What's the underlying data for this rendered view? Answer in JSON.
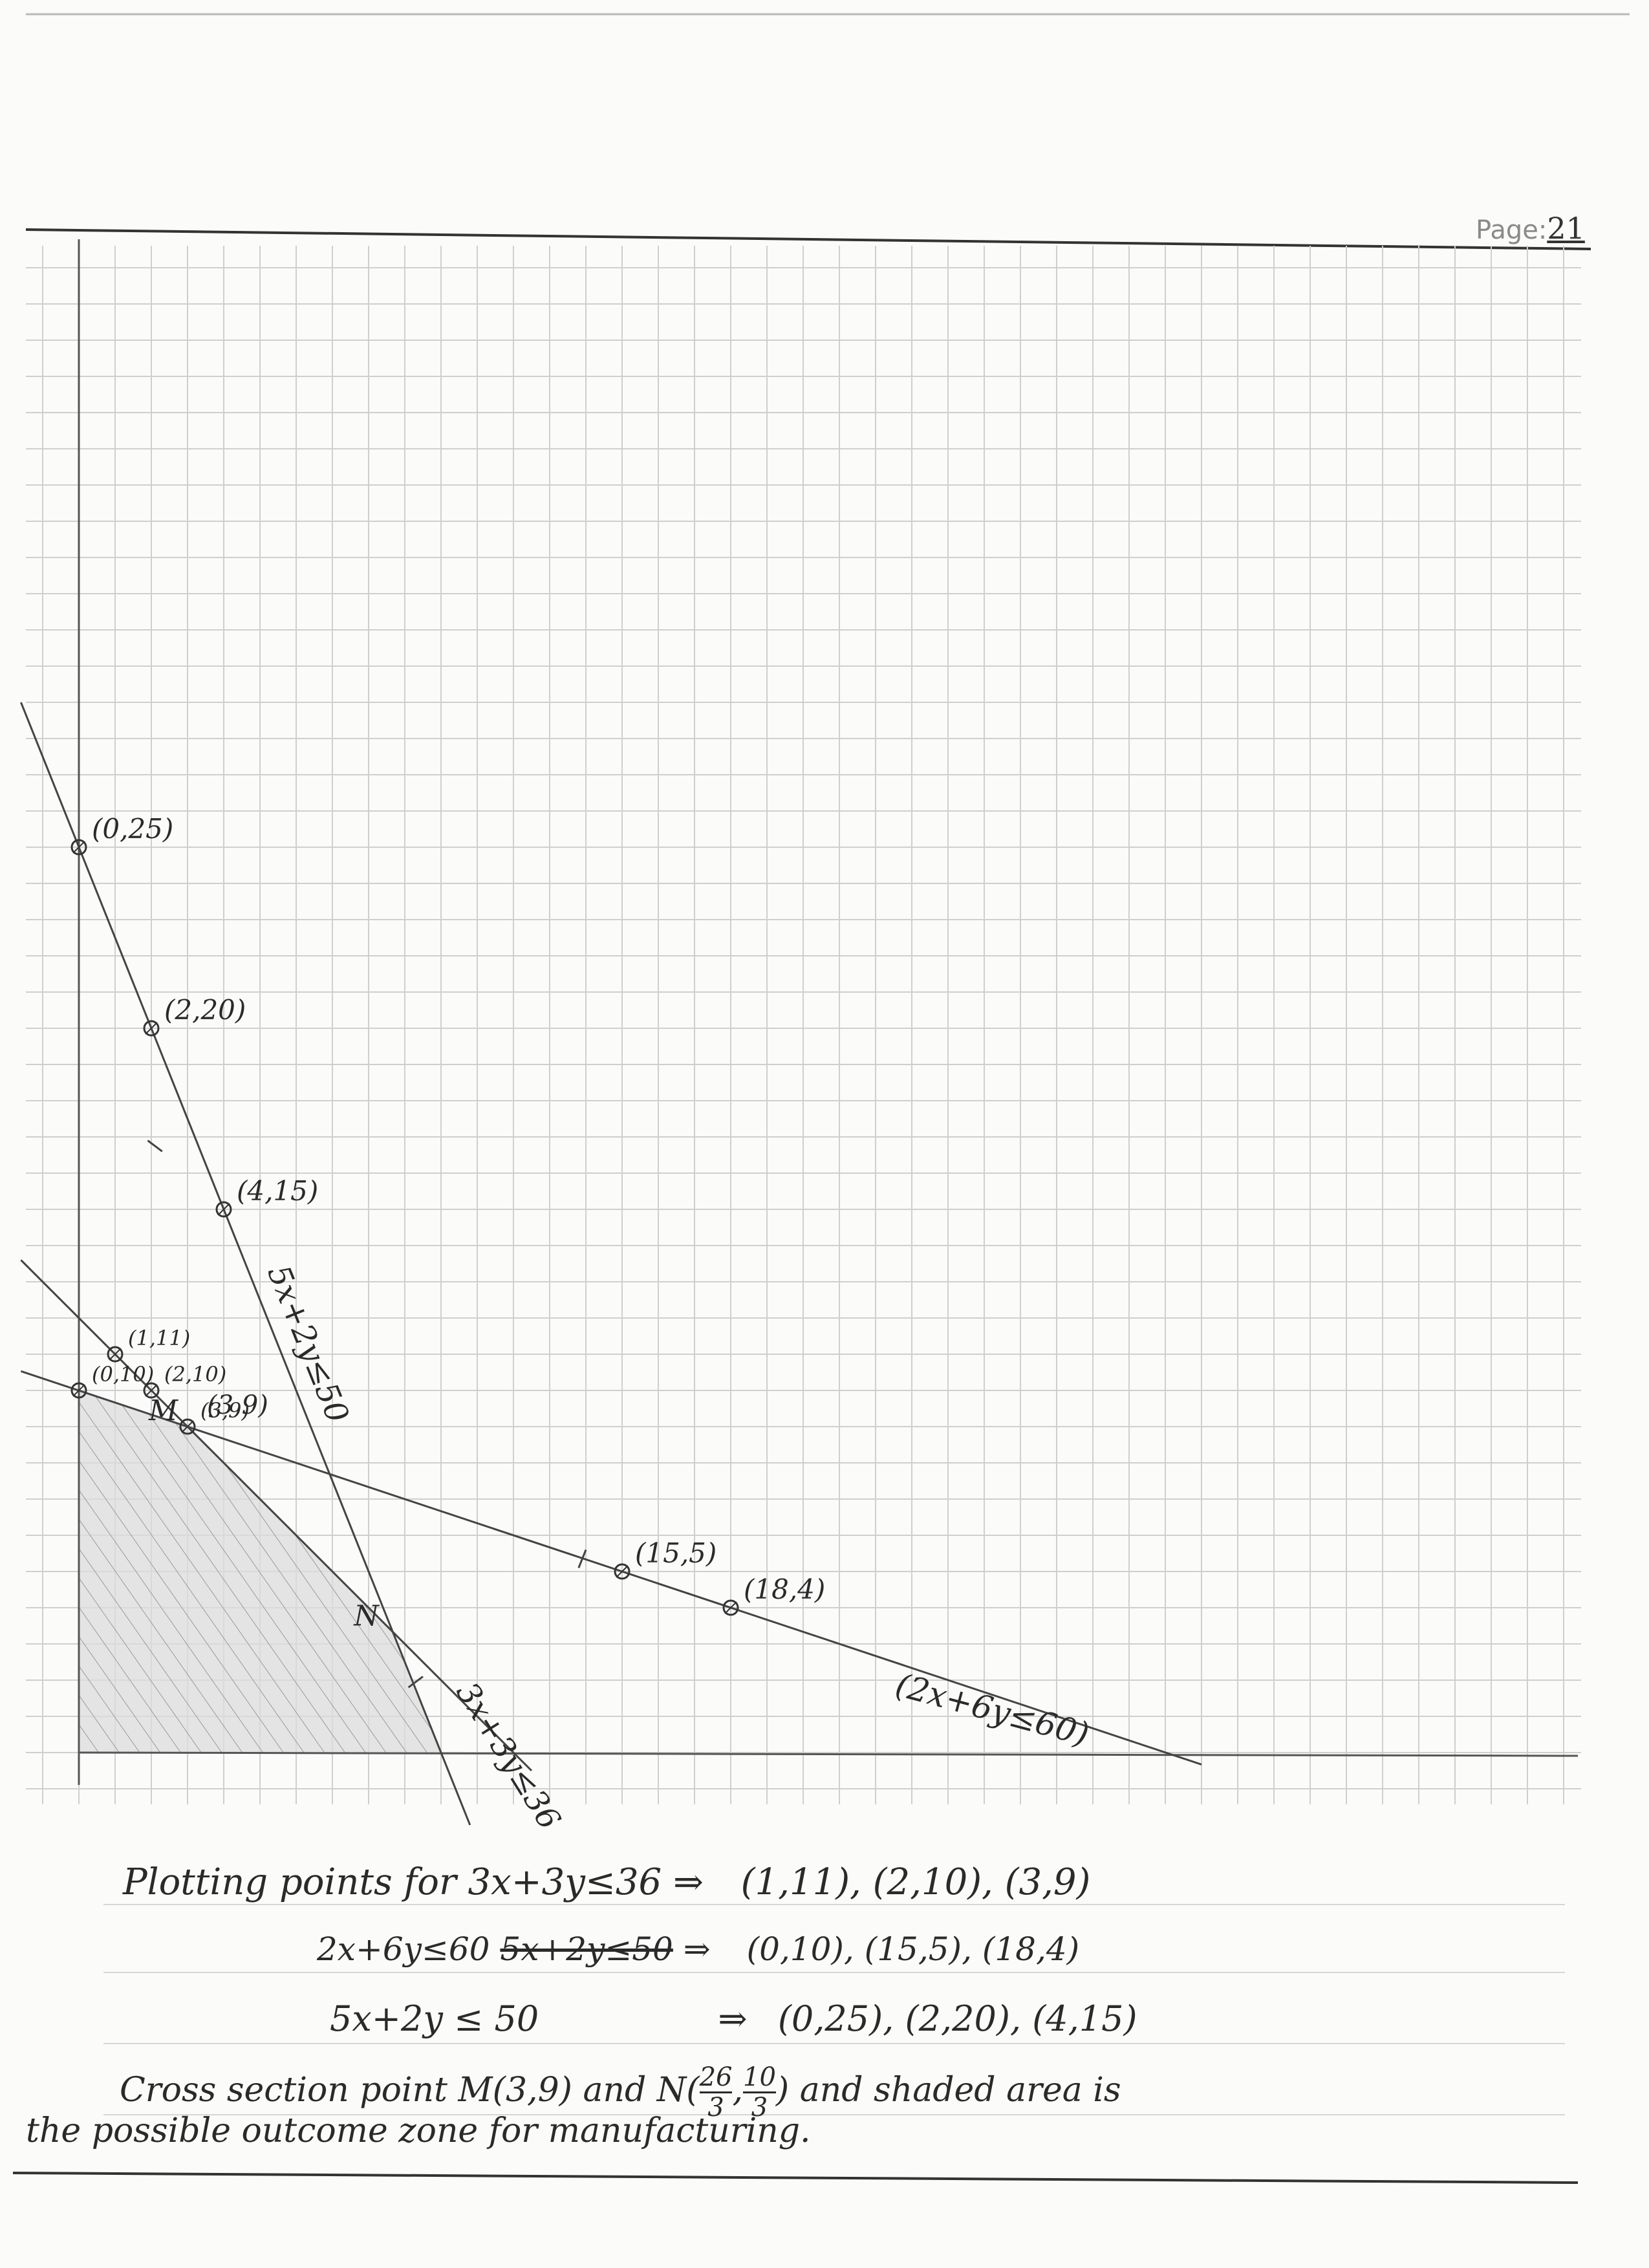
{
  "page": {
    "label": "Page:",
    "number": "21"
  },
  "chart_data": {
    "type": "line",
    "title": "",
    "xlabel": "",
    "ylabel": "",
    "xlim": [
      0,
      38
    ],
    "ylim": [
      0,
      45
    ],
    "grid": true,
    "series": [
      {
        "name": "5x+2y≤50",
        "label_text": "5x+2y≤50",
        "points": [
          [
            0,
            25
          ],
          [
            2,
            20
          ],
          [
            4,
            15
          ]
        ],
        "point_labels": [
          "(0,25)",
          "(2,20)",
          "(4,15)"
        ],
        "line_from": [
          -1.6,
          29
        ],
        "line_to": [
          10.8,
          -2
        ]
      },
      {
        "name": "3x+3y≤36",
        "label_text": "3x+3y≤36",
        "points": [
          [
            1,
            11
          ],
          [
            2,
            10
          ],
          [
            3,
            9
          ]
        ],
        "point_labels": [
          "(1,11)",
          "(2,10)",
          "(3,9)"
        ],
        "line_from": [
          -1.6,
          13.6
        ],
        "line_to": [
          12.5,
          -0.5
        ]
      },
      {
        "name": "2x+6y≤60",
        "label_text": "(2x+6y≤60)",
        "points": [
          [
            0,
            10
          ],
          [
            15,
            5
          ],
          [
            18,
            4
          ]
        ],
        "point_labels": [
          "(0,10)",
          "(15,5)",
          "(18,4)"
        ],
        "line_from": [
          -1.6,
          10.53
        ],
        "line_to": [
          31,
          -0.33
        ]
      }
    ],
    "intersections": [
      {
        "name": "M",
        "label": "M",
        "coord_label": "(3,9)",
        "x": 3,
        "y": 9
      },
      {
        "name": "N",
        "label": "N",
        "x": 8.667,
        "y": 3.333
      }
    ],
    "feasible_region": [
      [
        0,
        0
      ],
      [
        0,
        10
      ],
      [
        3,
        9
      ],
      [
        8.667,
        3.333
      ],
      [
        10,
        0
      ]
    ]
  },
  "notes": {
    "line1_prefix": "Plotting points for",
    "line1_ineq": "3x+3y≤36",
    "line1_arrow": "⇒",
    "line1_points": "(1,11), (2,10), (3,9)",
    "line2_ineq": "2x+6y≤60",
    "line2_struck": "5x+2y≤50",
    "line2_arrow": "⇒",
    "line2_points": "(0,10), (15,5), (18,4)",
    "line3_ineq": "5x+2y ≤ 50",
    "line3_arrow": "⇒",
    "line3_points": "(0,25), (2,20), (4,15)",
    "line4_a": "Cross section point M(3,9) and N(",
    "line4_num1": "26",
    "line4_den1": "3",
    "line4_sep": ",",
    "line4_num2": "10",
    "line4_den2": "3",
    "line4_b": ") and shaded area is",
    "line5": "the possible outcome zone for manufacturing."
  }
}
